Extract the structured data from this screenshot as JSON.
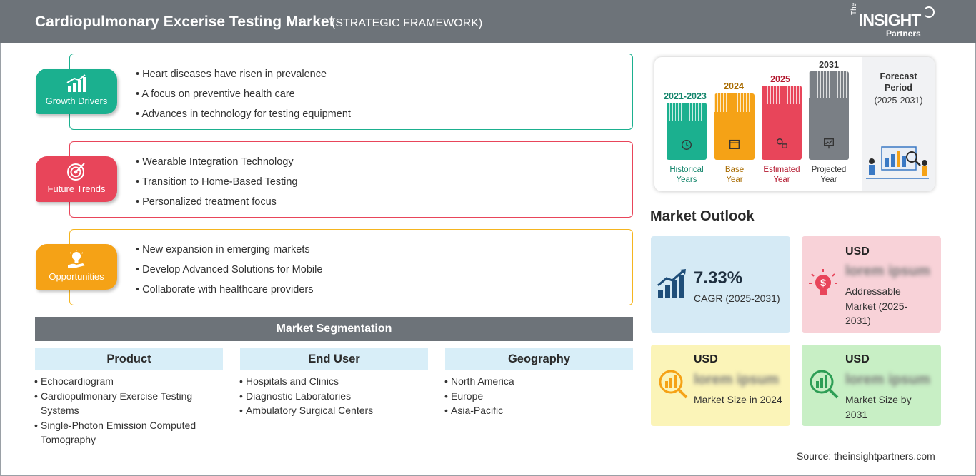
{
  "header": {
    "title": "Cardiopulmonary Excerise Testing Market",
    "subtitle": "(STRATEGIC FRAMEWORK)",
    "logo": {
      "the": "The",
      "insight": "INSIGHT",
      "partners": "Partners"
    }
  },
  "framework": [
    {
      "label": "Growth Drivers",
      "icon": "bar-chart-growth-icon",
      "color": "#1bb08f",
      "items": [
        "Heart diseases have risen in prevalence",
        "A focus on preventive health care",
        "Advances in technology for testing equipment"
      ]
    },
    {
      "label": "Future Trends",
      "icon": "target-icon",
      "color": "#e8455a",
      "items": [
        "Wearable Integration Technology",
        "Transition to Home-Based Testing",
        "Personalized treatment focus"
      ]
    },
    {
      "label": "Opportunities",
      "icon": "lightbulb-hand-icon",
      "color": "#f5a216",
      "items": [
        "New expansion in emerging markets",
        "Develop Advanced Solutions for Mobile",
        "Collaborate with healthcare providers"
      ]
    }
  ],
  "segmentation": {
    "title": "Market Segmentation",
    "columns": [
      {
        "heading": "Product",
        "items": [
          "Echocardiogram",
          "Cardiopulmonary Exercise Testing Systems",
          "Single-Photon Emission Computed Tomography"
        ]
      },
      {
        "heading": "End User",
        "items": [
          "Hospitals and Clinics",
          "Diagnostic Laboratories",
          "Ambulatory Surgical Centers"
        ]
      },
      {
        "heading": "Geography",
        "items": [
          "North America",
          "Europe",
          "Asia-Pacific"
        ]
      }
    ]
  },
  "timeline": {
    "periods": [
      {
        "year": "2021-2023",
        "label_line1": "Historical",
        "label_line2": "Years",
        "color": "#1bb08f",
        "year_color": "#13856b",
        "icon": "history-clock-icon"
      },
      {
        "year": "2024",
        "label_line1": "Base",
        "label_line2": "Year",
        "color": "#f5a216",
        "year_color": "#a86b00",
        "icon": "calendar-icon"
      },
      {
        "year": "2025",
        "label_line1": "Estimated",
        "label_line2": "Year",
        "color": "#e8455a",
        "year_color": "#b3182e",
        "icon": "gear-chart-icon"
      },
      {
        "year": "2031",
        "label_line1": "Projected",
        "label_line2": "Year",
        "color": "#7a7f85",
        "year_color": "#333333",
        "icon": "presentation-board-icon"
      }
    ],
    "forecast_label": "Forecast Period",
    "forecast_range": "(2025-2031)"
  },
  "outlook": {
    "title": "Market Outlook",
    "cagr_value": "7.33%",
    "cagr_label": "CAGR (2025-2031)",
    "addressable_currency": "USD",
    "addressable_value": "lorem ipsum",
    "addressable_label": "Addressable Market (2025-2031)",
    "size2024_currency": "USD",
    "size2024_value": "lorem ipsum",
    "size2024_label": "Market Size in 2024",
    "size2031_currency": "USD",
    "size2031_value": "lorem ipsum",
    "size2031_label": "Market Size by 2031",
    "colors": {
      "cagr": "#d5eaf5",
      "addressable": "#f8d2d8",
      "size2024": "#fbf4b8",
      "size2031": "#c8efc5"
    }
  },
  "source": "Source: theinsightpartners.com"
}
